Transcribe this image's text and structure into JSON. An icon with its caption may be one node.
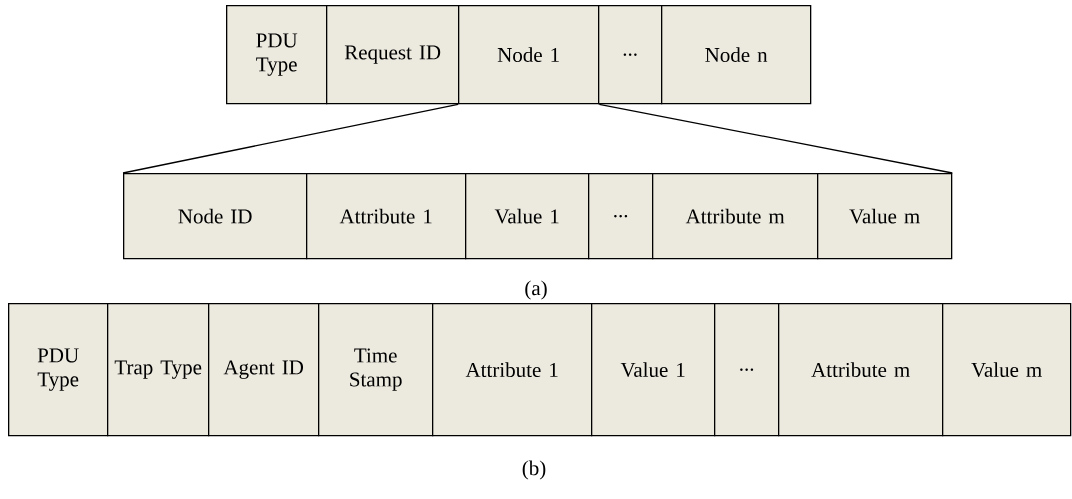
{
  "diagram": {
    "nodes": [
      {
        "text": [
          "PDU Type"
        ]
      },
      {
        "text": [
          "Request ID"
        ]
      },
      {
        "text": [
          "Node 1"
        ]
      },
      {
        "text": [
          "..."
        ]
      },
      {
        "text": [
          "Node n"
        ]
      },
      {
        "text": [
          "Node ID"
        ]
      },
      {
        "text": [
          "Attribute 1"
        ]
      },
      {
        "text": [
          "Value 1"
        ]
      },
      {
        "text": [
          "..."
        ]
      },
      {
        "text": [
          "Attribute m"
        ]
      },
      {
        "text": [
          "Value m"
        ]
      },
      {
        "text": [
          "PDU Type"
        ]
      },
      {
        "text": [
          "Trap Type"
        ]
      },
      {
        "text": [
          "Agent ID"
        ]
      },
      {
        "text": [
          "Time Stamp"
        ]
      },
      {
        "text": [
          "Attribute 1"
        ]
      },
      {
        "text": [
          "Value 1"
        ]
      },
      {
        "text": [
          "..."
        ]
      },
      {
        "text": [
          "Attribute m"
        ]
      },
      {
        "text": [
          "Value m"
        ]
      }
    ],
    "edges": [
      {
        "from": 2,
        "to": 5,
        "arrow": "none"
      },
      {
        "from": 2,
        "to": 10,
        "arrow": "none"
      }
    ],
    "labels": [
      "(a)",
      "(b)"
    ]
  }
}
